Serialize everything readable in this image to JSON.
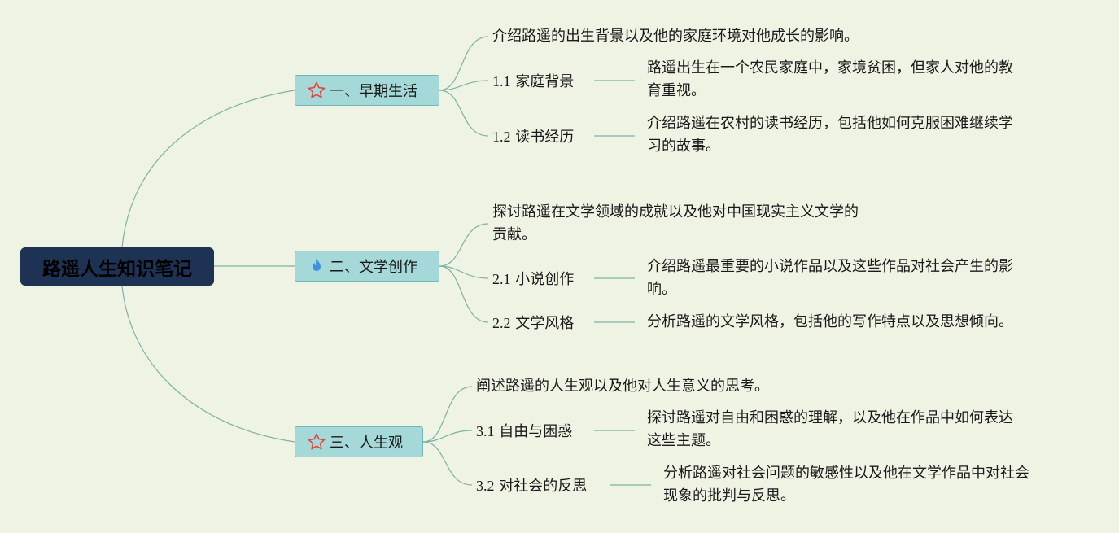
{
  "root": {
    "title": "路遥人生知识笔记"
  },
  "branches": [
    {
      "title": "一、早期生活",
      "icon": "star-outline-icon",
      "summary": [
        "介绍路遥的出生背景以及他的家庭环境对他成长的影响。"
      ],
      "subs": [
        {
          "num": "1.1",
          "label": "家庭背景",
          "desc": [
            "路遥出生在一个农民家庭中，家境贫困，但家人对他的教",
            "育重视。"
          ]
        },
        {
          "num": "1.2",
          "label": "读书经历",
          "desc": [
            "介绍路遥在农村的读书经历，包括他如何克服困难继续学",
            "习的故事。"
          ]
        }
      ]
    },
    {
      "title": "二、文学创作",
      "icon": "flame-icon",
      "summary": [
        "探讨路遥在文学领域的成就以及他对中国现实主义文学的",
        "贡献。"
      ],
      "subs": [
        {
          "num": "2.1",
          "label": "小说创作",
          "desc": [
            "介绍路遥最重要的小说作品以及这些作品对社会产生的影",
            "响。"
          ]
        },
        {
          "num": "2.2",
          "label": "文学风格",
          "desc": [
            "分析路遥的文学风格，包括他的写作特点以及思想倾向。"
          ]
        }
      ]
    },
    {
      "title": "三、人生观",
      "icon": "star-outline-icon",
      "summary": [
        "阐述路遥的人生观以及他对人生意义的思考。"
      ],
      "subs": [
        {
          "num": "3.1",
          "label": "自由与困惑",
          "desc": [
            "探讨路遥对自由和困惑的理解，以及他在作品中如何表达",
            "这些主题。"
          ]
        },
        {
          "num": "3.2",
          "label": "对社会的反思",
          "desc": [
            "分析路遥对社会问题的敏感性以及他在文学作品中对社会",
            "现象的批判与反思。"
          ]
        }
      ]
    }
  ],
  "colors": {
    "connector": "#7fb2a4",
    "root_bg": "#1e3354",
    "branch_bg": "#a4d8d9",
    "branch_border": "#6fb7b7",
    "star": "#e0463c",
    "flame": "#3d8fe0"
  }
}
